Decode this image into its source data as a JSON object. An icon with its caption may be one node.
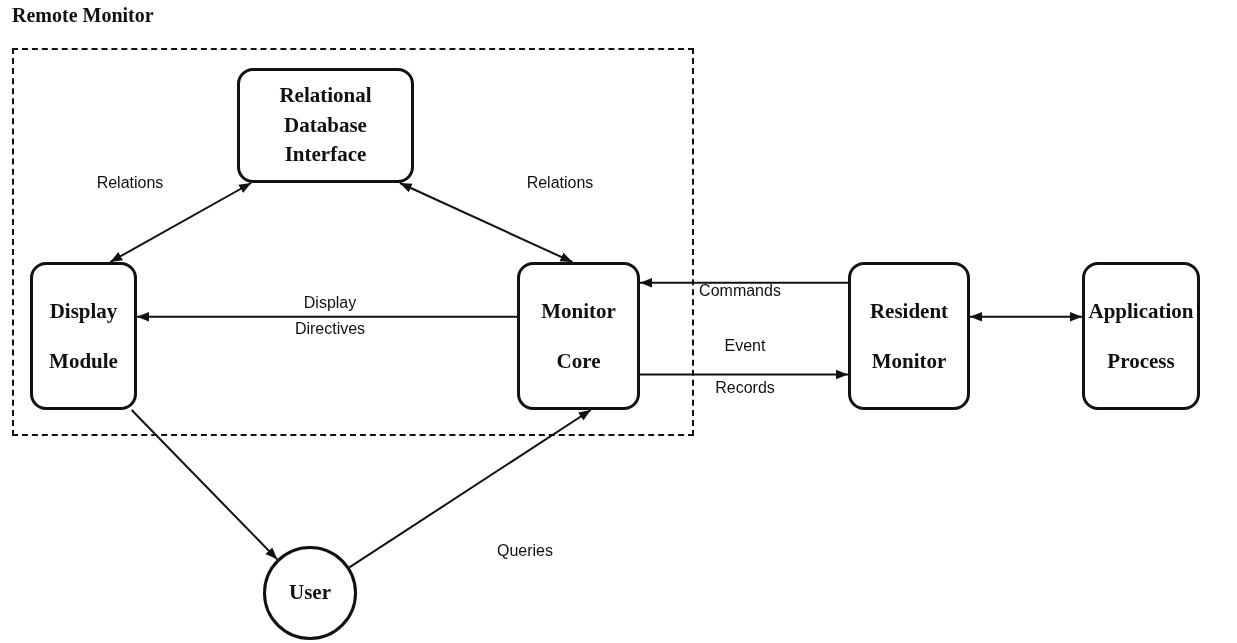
{
  "diagram": {
    "nodes": [
      {
        "text": [
          "Remote Monitor"
        ]
      },
      {
        "text": [
          "Relational Database Interface"
        ],
        "in": 0
      },
      {
        "text": [
          "Display Module"
        ],
        "in": 0
      },
      {
        "text": [
          "Monitor Core"
        ],
        "in": 0
      },
      {
        "text": [
          "Resident Monitor"
        ]
      },
      {
        "text": [
          "Application Process"
        ]
      },
      {
        "text": [
          "User"
        ]
      }
    ],
    "edges": [
      {
        "from": 1,
        "to": 2,
        "arrow": "both",
        "label": "Relations"
      },
      {
        "from": 1,
        "to": 3,
        "arrow": "both",
        "label": "Relations"
      },
      {
        "from": 3,
        "to": 2,
        "arrow": "to",
        "label": "Display Directives"
      },
      {
        "from": 4,
        "to": 3,
        "arrow": "to",
        "label": "Commands"
      },
      {
        "from": 3,
        "to": 4,
        "arrow": "to",
        "label": "Event Records"
      },
      {
        "from": 4,
        "to": 5,
        "arrow": "both"
      },
      {
        "from": 2,
        "to": 6,
        "arrow": "to"
      },
      {
        "from": 6,
        "to": 3,
        "arrow": "to",
        "label": "Queries"
      }
    ]
  }
}
